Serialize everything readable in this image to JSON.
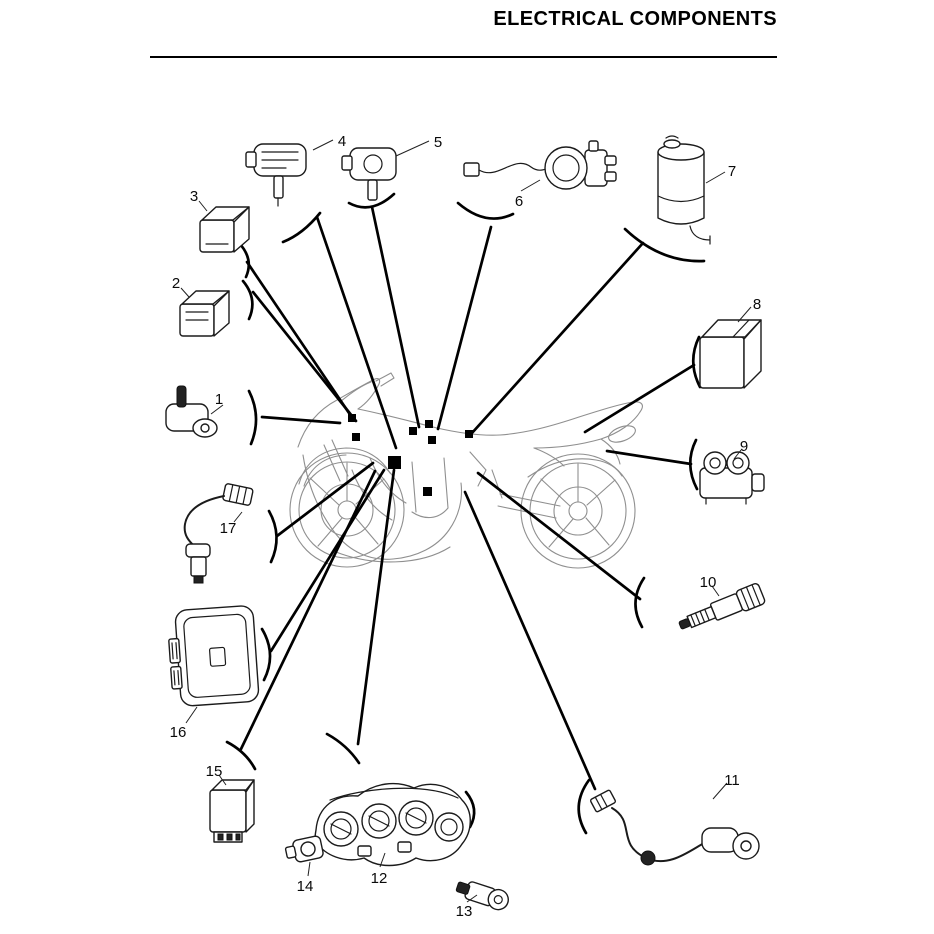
{
  "page": {
    "title": "ELECTRICAL COMPONENTS"
  },
  "labels": {
    "c1": "1",
    "c2": "2",
    "c3": "3",
    "c4": "4",
    "c5": "5",
    "c6": "6",
    "c7": "7",
    "c8": "8",
    "c9": "9",
    "c10": "10",
    "c11": "11",
    "c12": "12",
    "c13": "13",
    "c14": "14",
    "c15": "15",
    "c16": "16",
    "c17": "17"
  }
}
